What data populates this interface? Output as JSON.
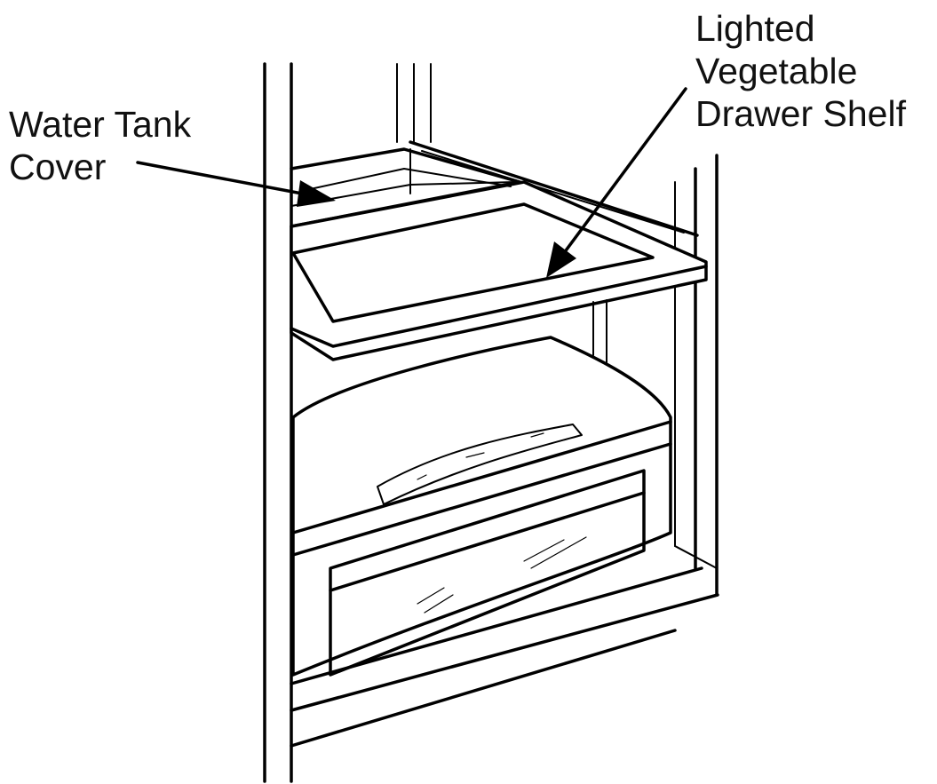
{
  "labels": {
    "water_tank_cover_line1": "Water Tank",
    "water_tank_cover_line2": "Cover",
    "vegetable_shelf_line1": "Lighted",
    "vegetable_shelf_line2": "Vegetable",
    "vegetable_shelf_line3": "Drawer Shelf"
  },
  "colors": {
    "line": "#000000",
    "background": "#ffffff"
  }
}
